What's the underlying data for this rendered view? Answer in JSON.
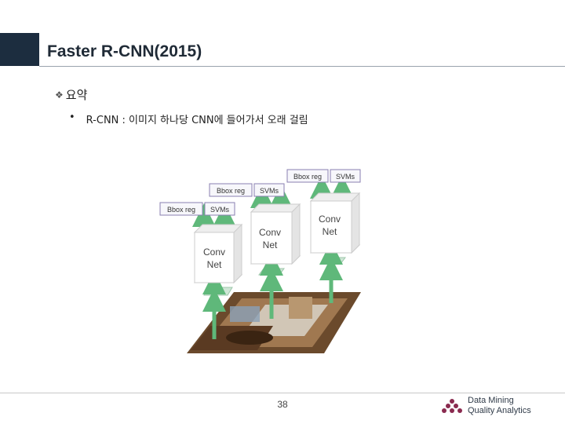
{
  "slide": {
    "title": "Faster R-CNN(2015)",
    "bullet_heading": "요약",
    "sub_bullet_marker": "•",
    "sub_bullet_text": "R-CNN : 이미지 하나당 CNN에 들어가서 오래 걸림",
    "page_number": "38"
  },
  "figure": {
    "bbox_label": "Bbox reg",
    "svm_label": "SVMs",
    "conv_line1": "Conv",
    "conv_line2": "Net"
  },
  "logo": {
    "line1": "Data Mining",
    "line2": "Quality Analytics"
  },
  "colors": {
    "accent": "#1c2d3f",
    "arrow_green": "#5fb87a",
    "logo_dots": "#8a2a4f"
  }
}
